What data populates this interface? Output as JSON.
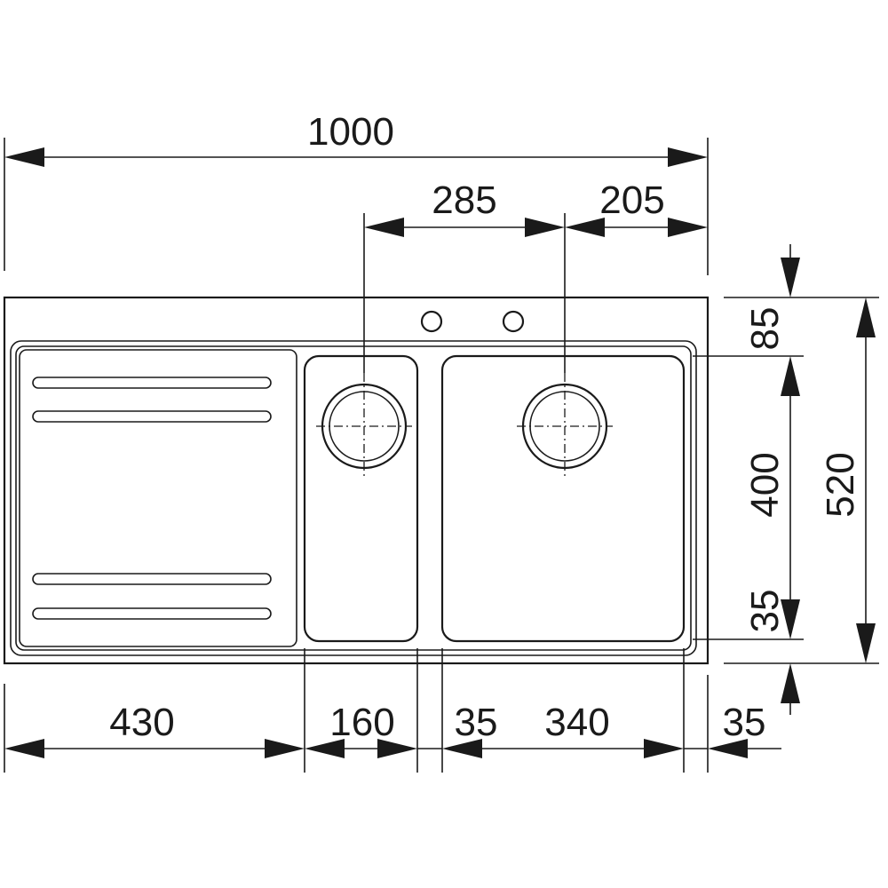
{
  "dimensions": {
    "overall_width": "1000",
    "tap_hole_to_bowl_center": "285",
    "bowl_center_to_edge": "205",
    "back_to_bowl": "85",
    "bowl_depth": "400",
    "front_margin": "35",
    "overall_depth": "520",
    "drainer_width": "430",
    "small_bowl_width": "160",
    "divider_width": "35",
    "large_bowl_width": "340",
    "right_margin": "35"
  }
}
